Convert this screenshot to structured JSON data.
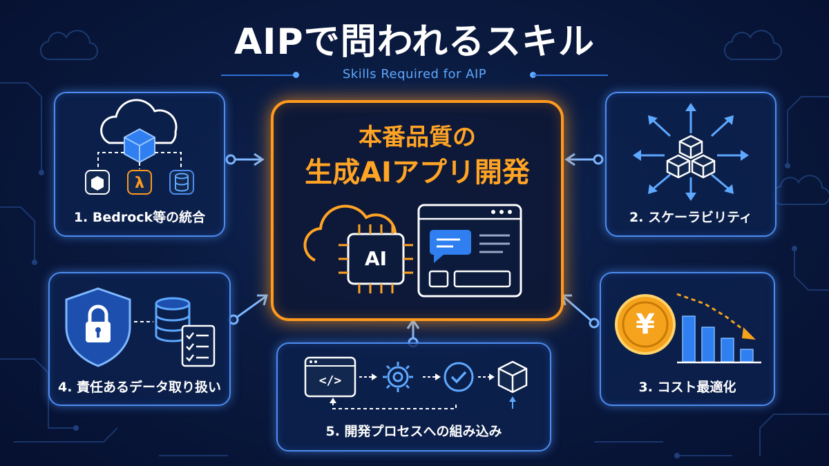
{
  "title": "AIPで問われるスキル",
  "subtitle": "Skills Required for AIP",
  "center": {
    "line1": "本番品質の",
    "line2": "生成AIアプリ開発",
    "chip_label": "AI"
  },
  "cards": {
    "bedrock": "1. Bedrock等の統合",
    "scalability": "2. スケーラビリティ",
    "cost": "3. コスト最適化",
    "data": "4. 責任あるデータ取り扱い",
    "pipeline": "5. 開発プロセスへの組み込み"
  },
  "icons": {
    "lambda": "λ",
    "yen": "¥",
    "code": "</>"
  },
  "colors": {
    "accent_blue": "#4d8cf0",
    "accent_orange": "#ff9a1f",
    "background": "#0a1a3f"
  }
}
